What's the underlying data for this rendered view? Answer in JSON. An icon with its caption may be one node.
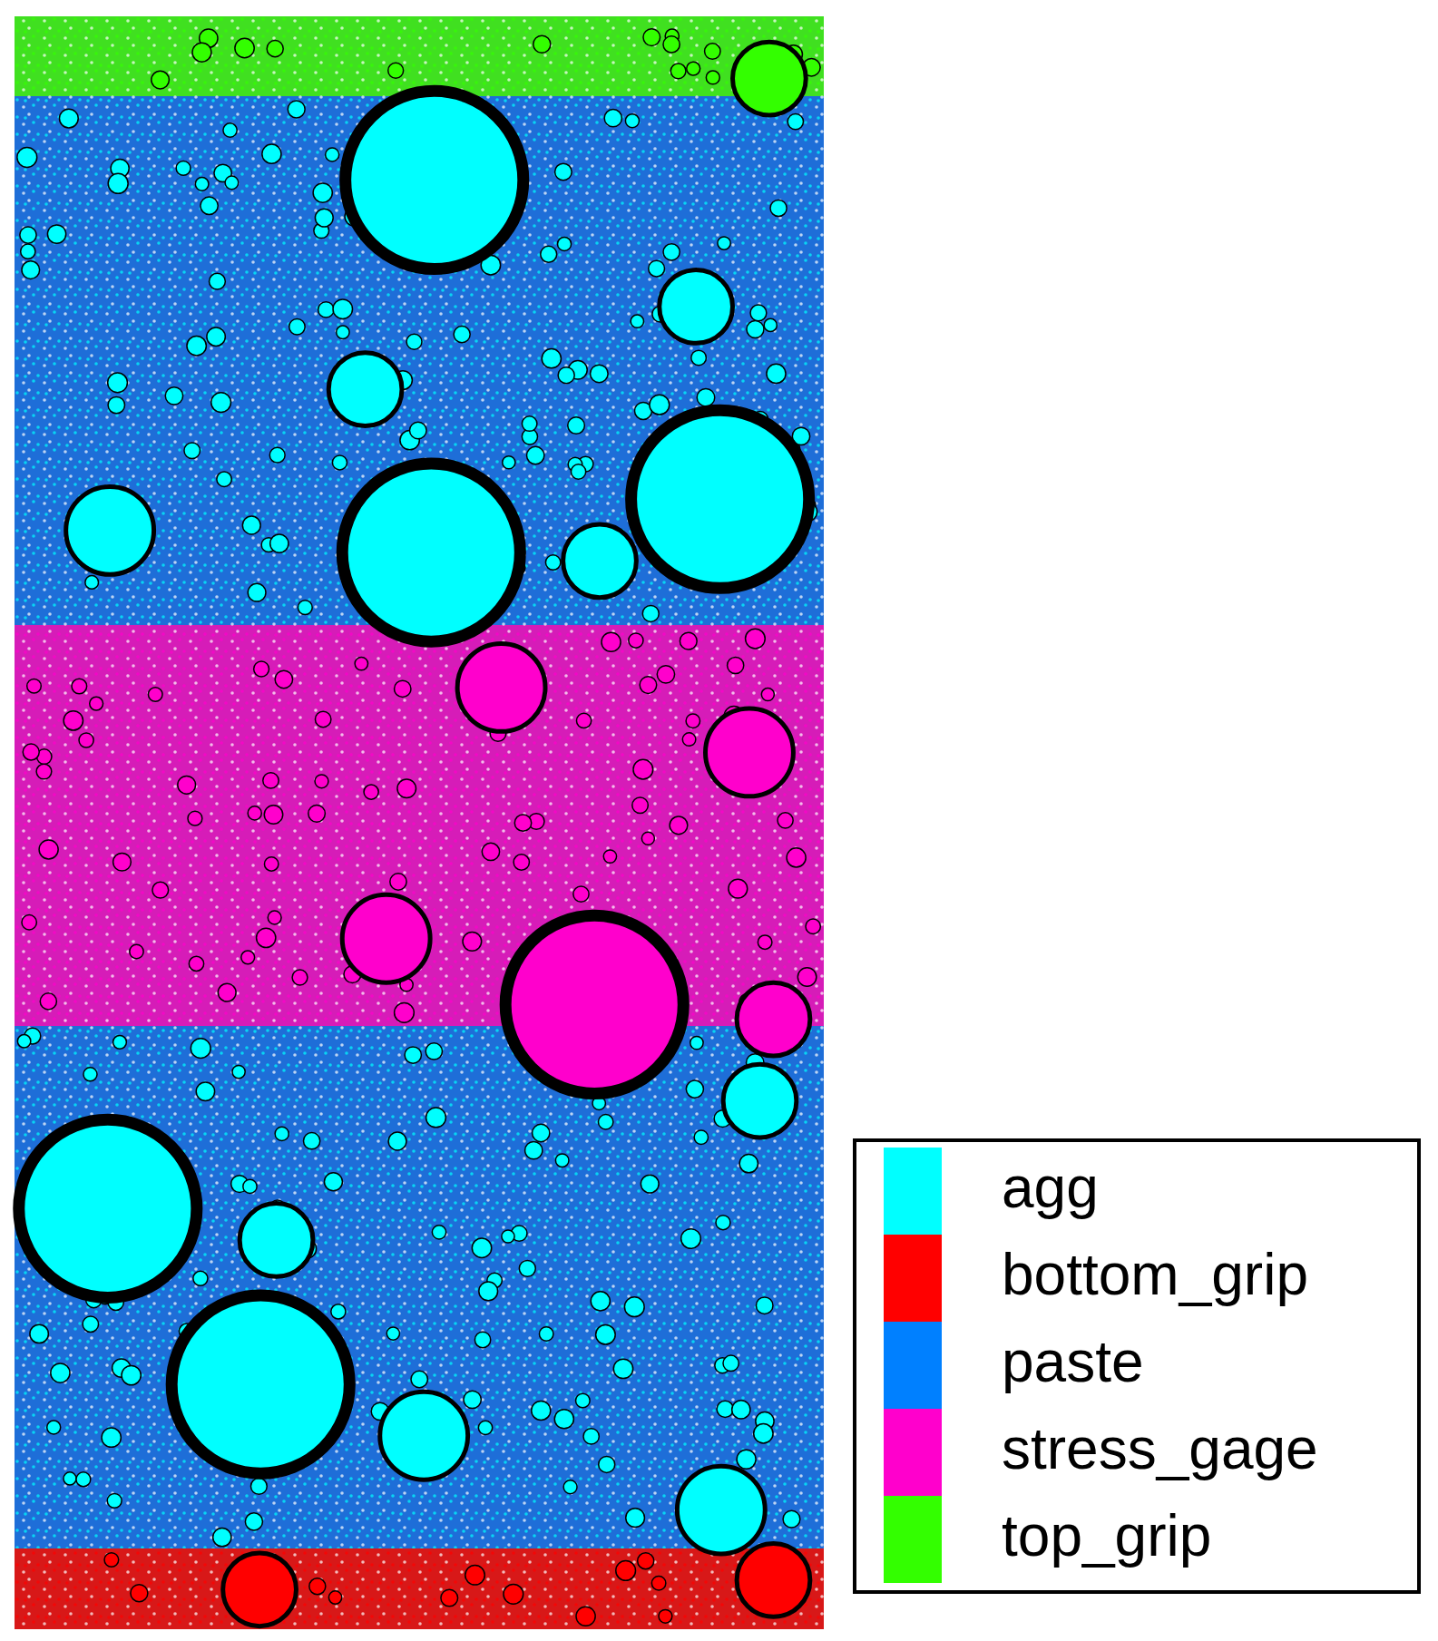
{
  "diagram": {
    "legend": [
      {
        "text": "agg",
        "color": "#00ffff"
      },
      {
        "text": "bottom_grip",
        "color": "#ff0000"
      },
      {
        "text": "paste",
        "color": "#0080ff"
      },
      {
        "text": "stress_gage",
        "color": "#ff00cc"
      },
      {
        "text": "top_grip",
        "color": "#33ff00"
      }
    ]
  }
}
